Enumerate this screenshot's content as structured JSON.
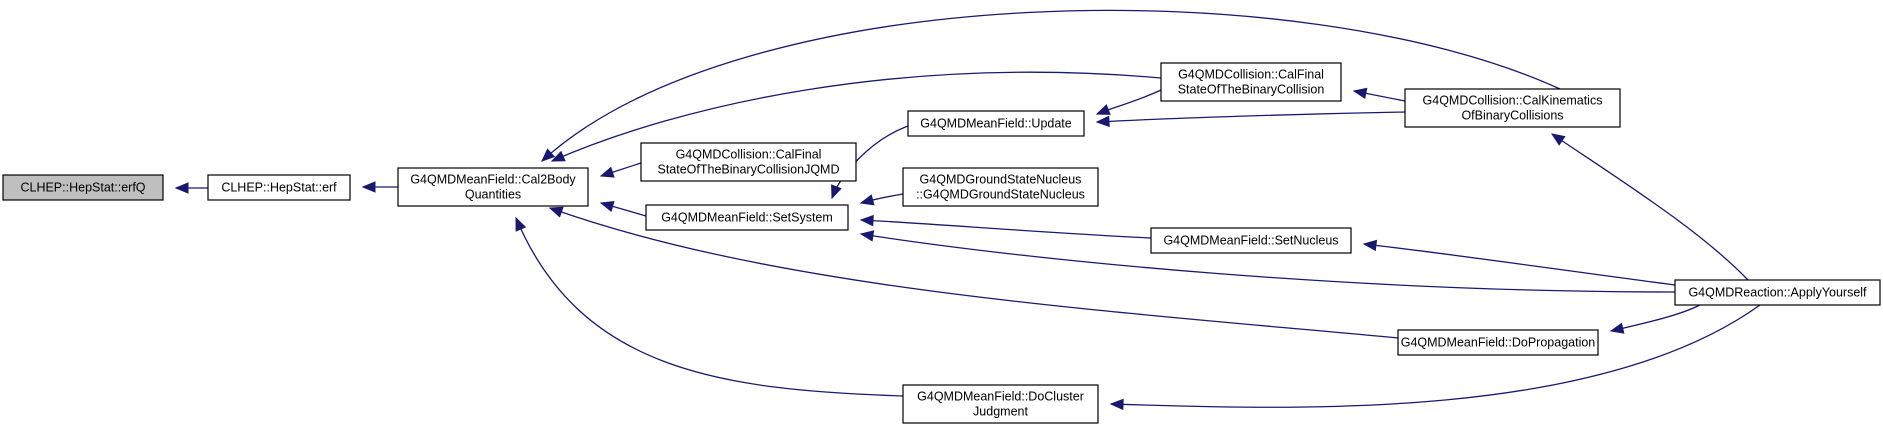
{
  "nodes": [
    {
      "id": "erfQ",
      "lines": [
        "CLHEP::HepStat::erfQ"
      ],
      "focus": true
    },
    {
      "id": "erf",
      "lines": [
        "CLHEP::HepStat::erf"
      ]
    },
    {
      "id": "cal2body",
      "lines": [
        "G4QMDMeanField::Cal2Body",
        "Quantities"
      ]
    },
    {
      "id": "calJQMD",
      "lines": [
        "G4QMDCollision::CalFinal",
        "StateOfTheBinaryCollisionJQMD"
      ]
    },
    {
      "id": "setSystem",
      "lines": [
        "G4QMDMeanField::SetSystem"
      ]
    },
    {
      "id": "update",
      "lines": [
        "G4QMDMeanField::Update"
      ]
    },
    {
      "id": "groundState",
      "lines": [
        "G4QMDGroundStateNucleus",
        "::G4QMDGroundStateNucleus"
      ]
    },
    {
      "id": "calFinal",
      "lines": [
        "G4QMDCollision::CalFinal",
        "StateOfTheBinaryCollision"
      ]
    },
    {
      "id": "setNucleus",
      "lines": [
        "G4QMDMeanField::SetNucleus"
      ]
    },
    {
      "id": "calKin",
      "lines": [
        "G4QMDCollision::CalKinematics",
        "OfBinaryCollisions"
      ]
    },
    {
      "id": "doProp",
      "lines": [
        "G4QMDMeanField::DoPropagation"
      ]
    },
    {
      "id": "applyYourself",
      "lines": [
        "G4QMDReaction::ApplyYourself"
      ]
    },
    {
      "id": "doCluster",
      "lines": [
        "G4QMDMeanField::DoCluster",
        "Judgment"
      ]
    }
  ],
  "edges": [
    {
      "from": "erf",
      "to": "erfQ"
    },
    {
      "from": "cal2body",
      "to": "erf"
    },
    {
      "from": "calJQMD",
      "to": "cal2body"
    },
    {
      "from": "setSystem",
      "to": "cal2body"
    },
    {
      "from": "calFinal",
      "to": "cal2body"
    },
    {
      "from": "calKin",
      "to": "cal2body"
    },
    {
      "from": "doProp",
      "to": "cal2body"
    },
    {
      "from": "doCluster",
      "to": "cal2body"
    },
    {
      "from": "update",
      "to": "setSystem"
    },
    {
      "from": "groundState",
      "to": "setSystem"
    },
    {
      "from": "setNucleus",
      "to": "setSystem"
    },
    {
      "from": "applyYourself",
      "to": "setSystem"
    },
    {
      "from": "calFinal",
      "to": "update"
    },
    {
      "from": "calKin",
      "to": "update"
    },
    {
      "from": "calKin",
      "to": "calFinal"
    },
    {
      "from": "applyYourself",
      "to": "calKin"
    },
    {
      "from": "applyYourself",
      "to": "setNucleus"
    },
    {
      "from": "applyYourself",
      "to": "doProp"
    },
    {
      "from": "applyYourself",
      "to": "doCluster"
    }
  ]
}
